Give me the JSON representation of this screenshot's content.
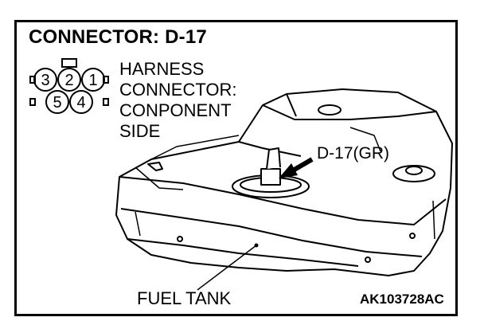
{
  "title": "CONNECTOR: D-17",
  "connector_pins": [
    "3",
    "2",
    "1",
    "5",
    "4"
  ],
  "harness_label_lines": [
    "HARNESS",
    "CONNECTOR:",
    "CONPONENT",
    "SIDE"
  ],
  "connector_callout": "D-17(GR)",
  "fuel_tank_label": "FUEL TANK",
  "reference_code": "AK103728AC"
}
